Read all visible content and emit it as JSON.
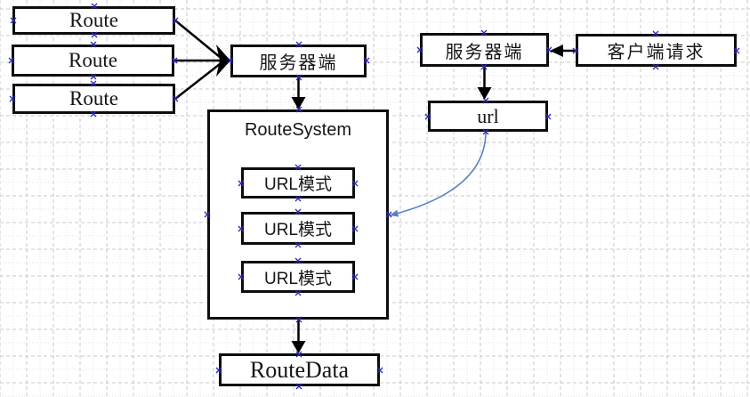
{
  "diagram": {
    "left_flow": {
      "route_boxes": [
        {
          "label": "Route"
        },
        {
          "label": "Route"
        },
        {
          "label": "Route"
        }
      ],
      "server": {
        "label": "服务器端"
      },
      "route_system": {
        "title": "RouteSystem",
        "url_patterns": [
          {
            "label": "URL模式"
          },
          {
            "label": "URL模式"
          },
          {
            "label": "URL模式"
          }
        ]
      },
      "route_data": {
        "label": "RouteData"
      }
    },
    "right_flow": {
      "client_request": {
        "label": "客户端请求"
      },
      "server": {
        "label": "服务器端"
      },
      "url": {
        "label": "url"
      }
    },
    "colors": {
      "shape_border": "#0d0d0d",
      "shape_fill": "#ffffff",
      "connector": "#000000",
      "curve_connector": "#5b7fc0",
      "connection_point": "#2a2ab8",
      "grid_major": "#c9c9c9",
      "grid_minor": "#e3e3e3"
    }
  }
}
